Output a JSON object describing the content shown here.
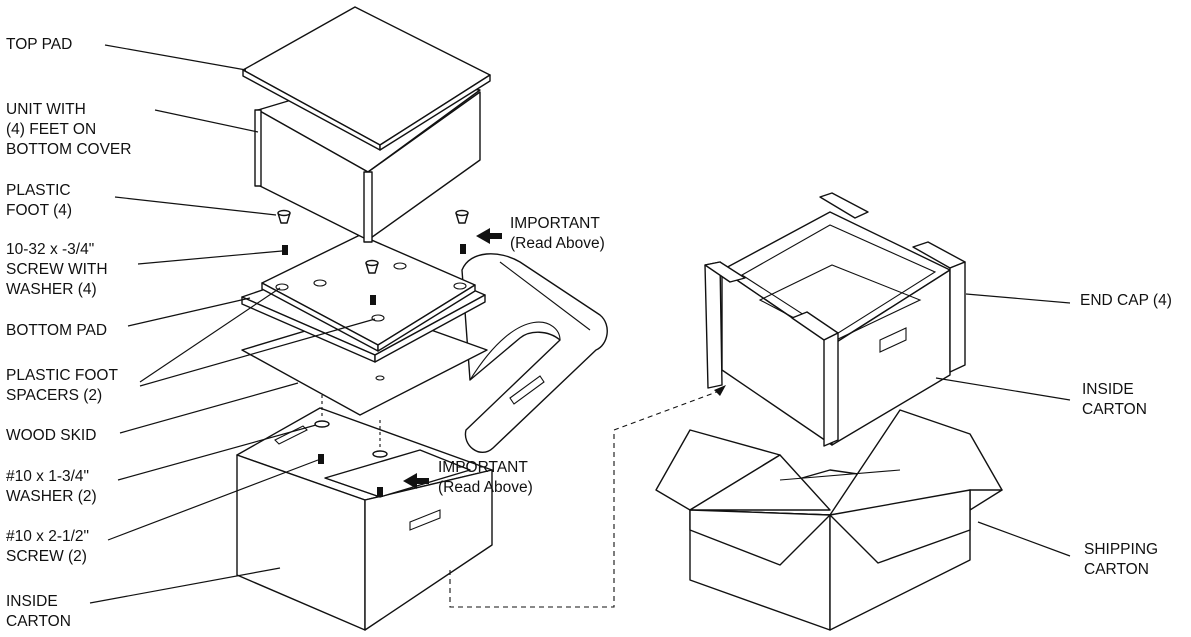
{
  "labels": {
    "top_pad": [
      "TOP PAD"
    ],
    "unit_feet": [
      "UNIT WITH",
      "(4) FEET ON",
      "BOTTOM COVER"
    ],
    "plastic_foot": [
      "PLASTIC",
      "FOOT (4)"
    ],
    "screw_washer": [
      "10-32 x -3/4\"",
      "SCREW WITH",
      "WASHER (4)"
    ],
    "bottom_pad": [
      "BOTTOM PAD"
    ],
    "foot_spacers": [
      "PLASTIC FOOT",
      "SPACERS (2)"
    ],
    "wood_skid": [
      "WOOD SKID"
    ],
    "washer_10": [
      "#10 x 1-3/4\"",
      "WASHER (2)"
    ],
    "screw_10": [
      "#10 x 2-1/2\"",
      "SCREW (2)"
    ],
    "inside_carton_left": [
      "INSIDE",
      "CARTON"
    ],
    "important_1": [
      "IMPORTANT",
      "(Read Above)"
    ],
    "important_2": [
      "IMPORTANT",
      "(Read Above)"
    ],
    "end_cap": [
      "END CAP (4)"
    ],
    "inside_carton_right": [
      "INSIDE",
      "CARTON"
    ],
    "shipping_carton": [
      "SHIPPING",
      "CARTON"
    ]
  }
}
